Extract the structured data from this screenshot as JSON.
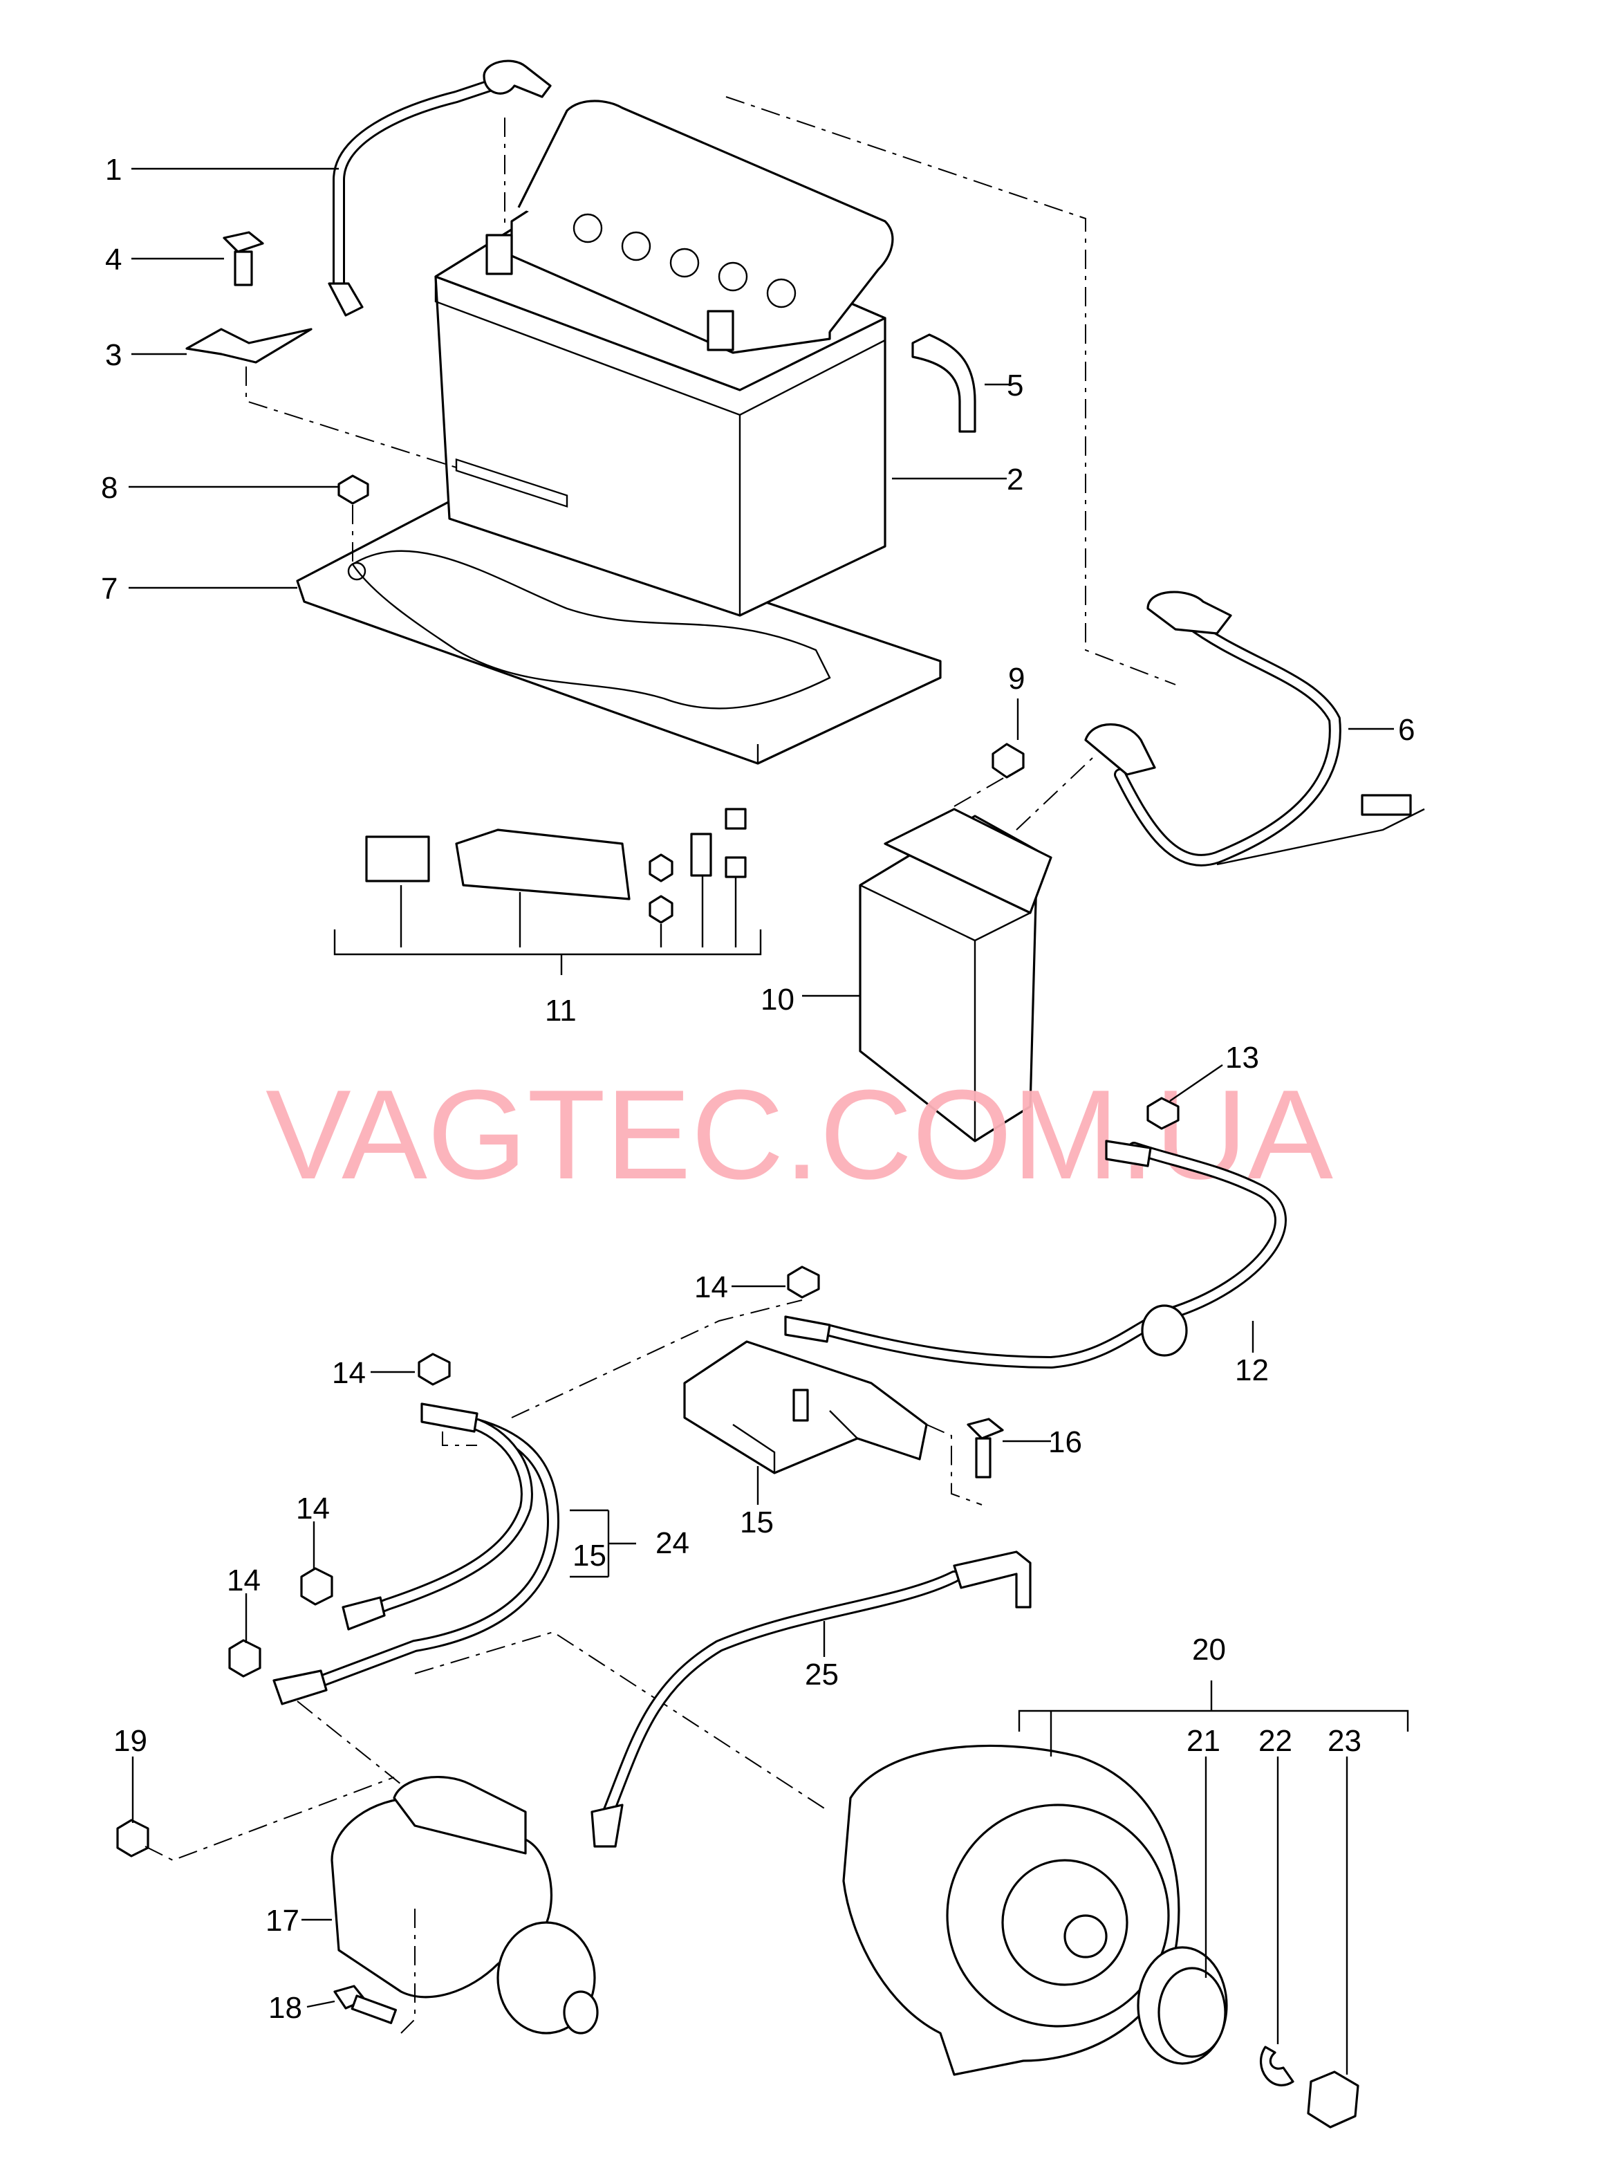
{
  "watermark": "VAGTEC.COM.UA",
  "watermark_color": "#fcb1b9",
  "callouts": {
    "c1": "1",
    "c2": "2",
    "c3": "3",
    "c4": "4",
    "c5": "5",
    "c6": "6",
    "c7": "7",
    "c8": "8",
    "c9": "9",
    "c10": "10",
    "c11": "11",
    "c12": "12",
    "c13": "13",
    "c14a": "14",
    "c14b": "14",
    "c14c": "14",
    "c14d": "14",
    "c15a": "15",
    "c15b": "15",
    "c16": "16",
    "c17": "17",
    "c18": "18",
    "c19": "19",
    "c20": "20",
    "c21": "21",
    "c22": "22",
    "c23": "23",
    "c24": "24",
    "c25": "25"
  }
}
